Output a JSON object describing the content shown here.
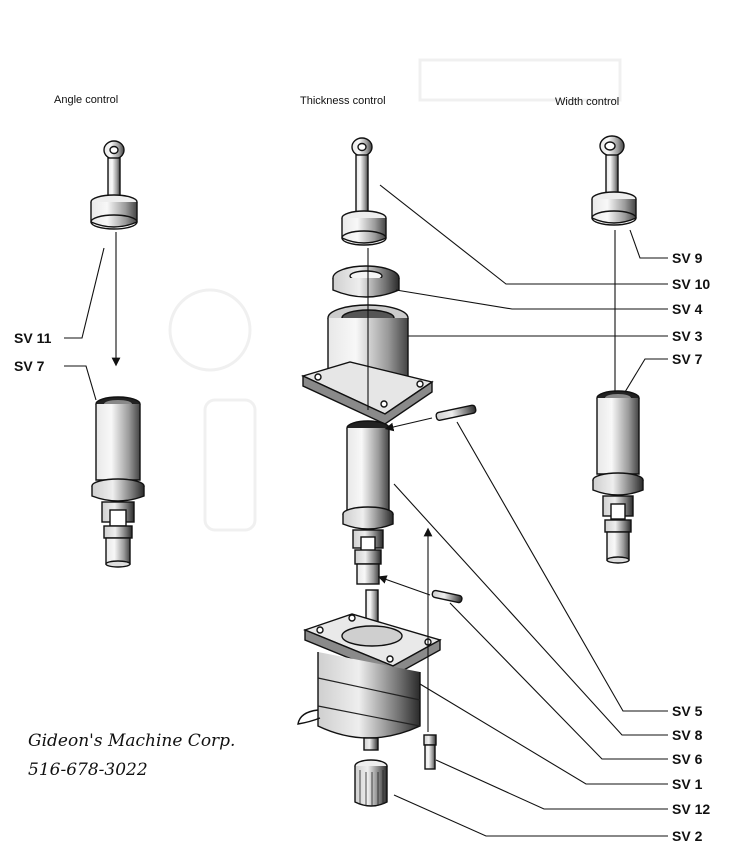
{
  "headings": {
    "angle": "Angle control",
    "thickness": "Thickness control",
    "width": "Width control"
  },
  "parts": {
    "sv9": "SV 9",
    "sv10": "SV 10",
    "sv4": "SV 4",
    "sv3": "SV 3",
    "sv7_right": "SV 7",
    "sv11": "SV 11",
    "sv7_left": "SV 7",
    "sv5": "SV 5",
    "sv8": "SV 8",
    "sv6": "SV 6",
    "sv1": "SV 1",
    "sv12": "SV 12",
    "sv2": "SV 2"
  },
  "company": {
    "name": "Gideon's Machine Corp.",
    "phone": "516-678-3022"
  }
}
